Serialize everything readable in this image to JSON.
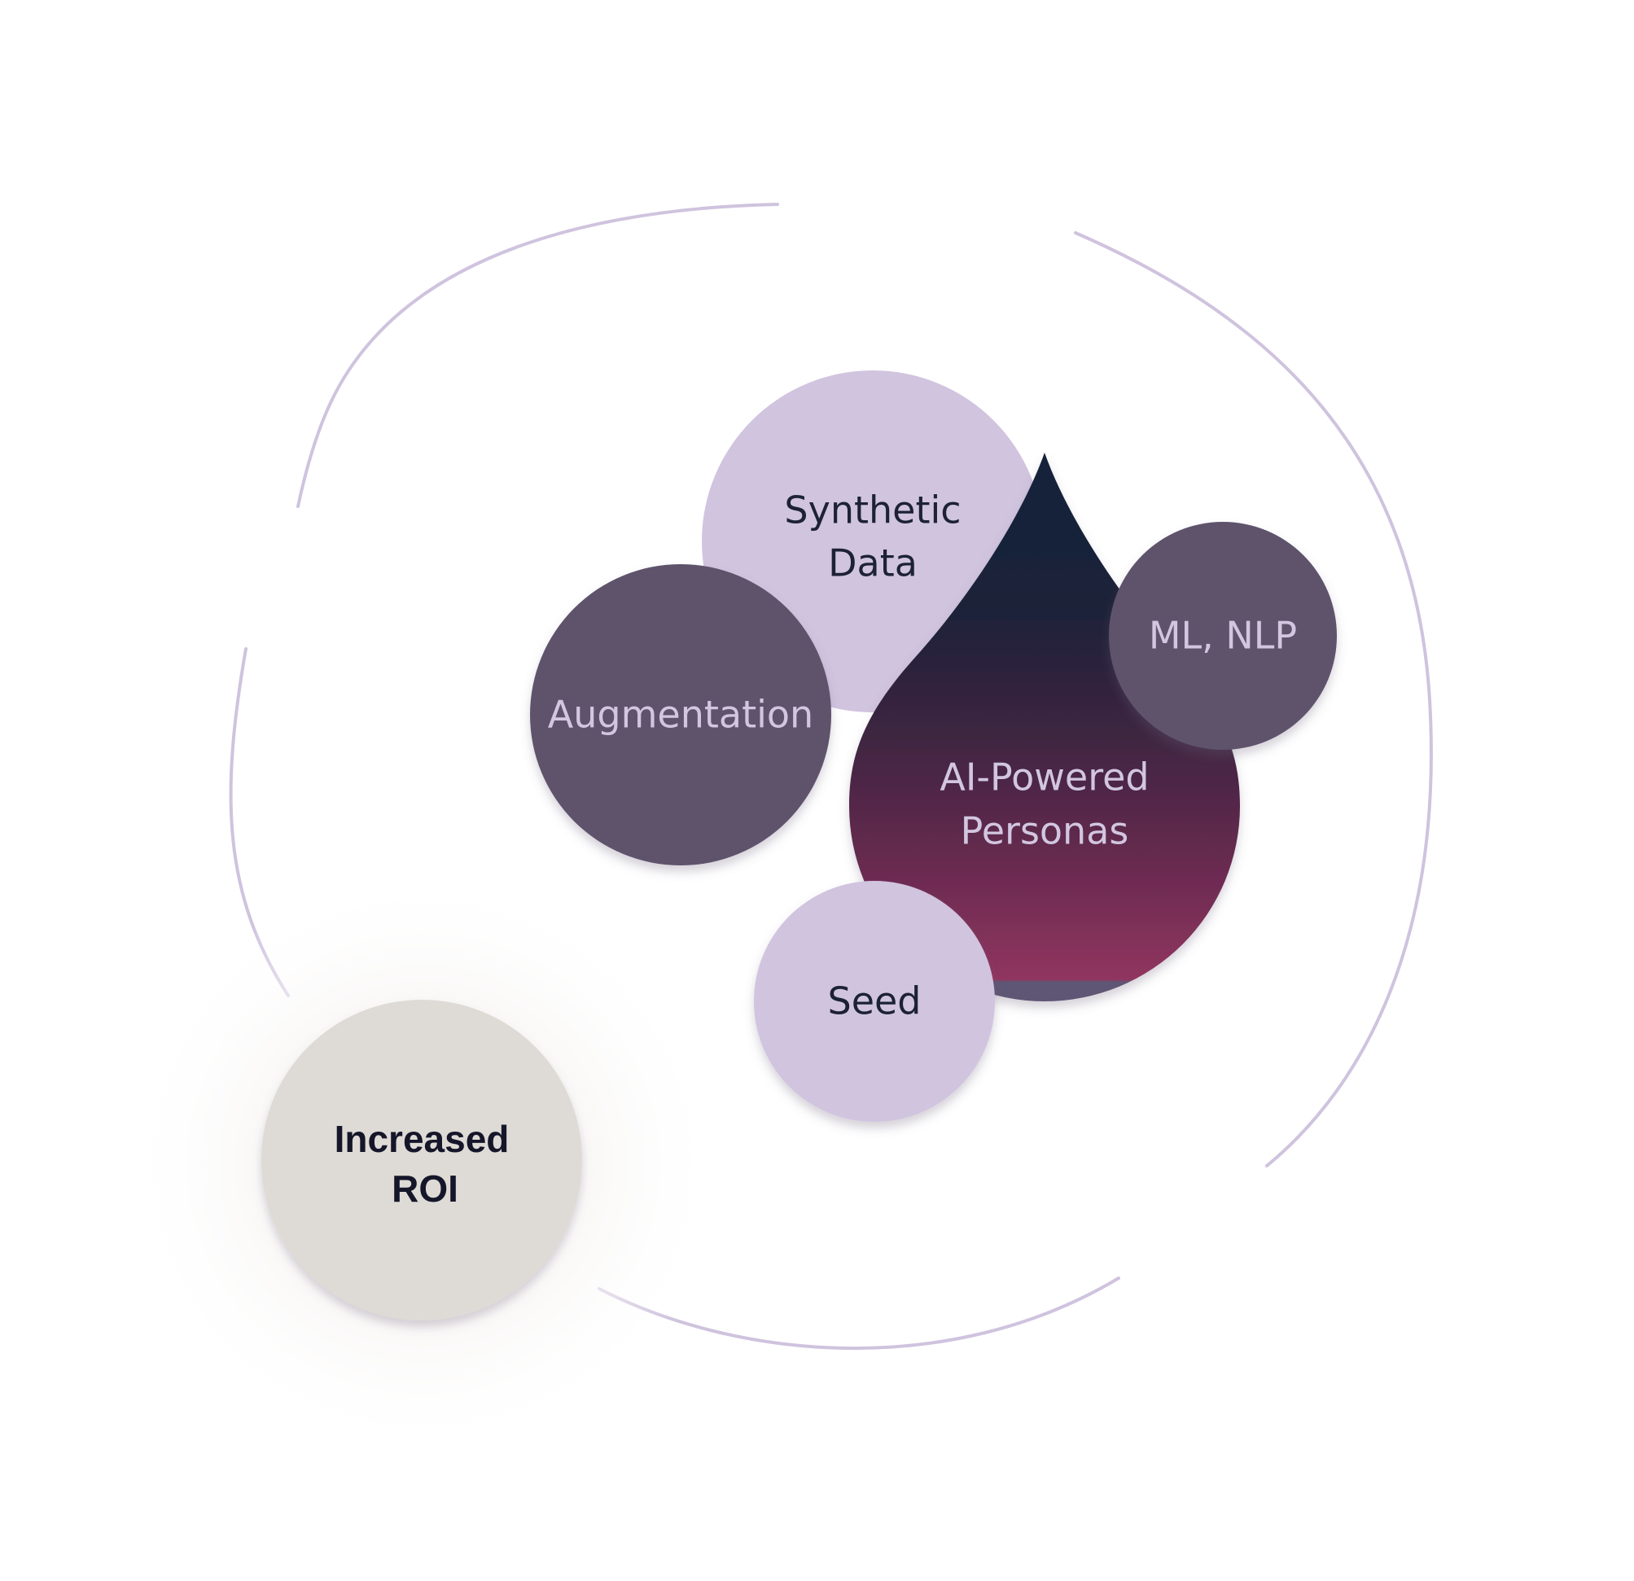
{
  "diagram": {
    "nodes": {
      "synthetic_data": {
        "line1": "Synthetic",
        "line2": "Data"
      },
      "augmentation": {
        "label": "Augmentation"
      },
      "ai_personas": {
        "line1": "AI-Powered",
        "line2": "Personas"
      },
      "ml_nlp": {
        "label": "ML, NLP"
      },
      "seed": {
        "label": "Seed"
      },
      "increased_roi": {
        "line1": "Increased",
        "line2": "ROI"
      }
    },
    "colors": {
      "outer_ring": "#cfc3de",
      "light_circle": "#d1c4df",
      "dark_circle": "#5e536c",
      "drop_top": "#14203a",
      "drop_bottom": "#8e3560",
      "roi_circle": "#dedbd6",
      "light_text": "#1d2236",
      "dark_text": "#d2c6e0",
      "roi_text": "#15192b"
    }
  }
}
